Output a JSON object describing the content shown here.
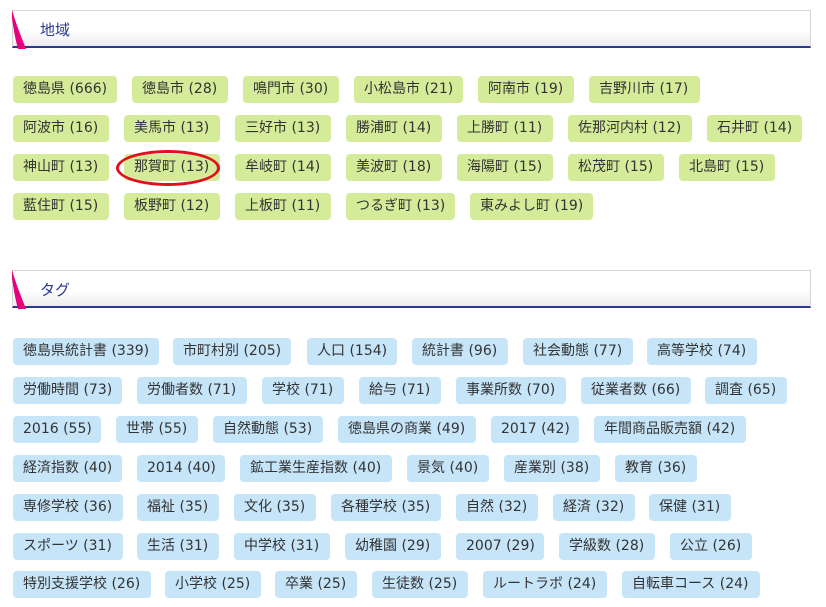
{
  "region": {
    "title": "地域",
    "tags": [
      "徳島県 (666)",
      "徳島市 (28)",
      "鳴門市 (30)",
      "小松島市 (21)",
      "阿南市 (19)",
      "吉野川市 (17)",
      "阿波市 (16)",
      "美馬市 (13)",
      "三好市 (13)",
      "勝浦町 (14)",
      "上勝町 (11)",
      "佐那河内村 (12)",
      "石井町 (14)",
      "神山町 (13)",
      "那賀町 (13)",
      "牟岐町 (14)",
      "美波町 (18)",
      "海陽町 (15)",
      "松茂町 (15)",
      "北島町 (15)",
      "藍住町 (15)",
      "板野町 (12)",
      "上板町 (11)",
      "つるぎ町 (13)",
      "東みよし町 (19)"
    ]
  },
  "tags_section": {
    "title": "タグ",
    "tags": [
      "徳島県統計書 (339)",
      "市町村別 (205)",
      "人口 (154)",
      "統計書 (96)",
      "社会動態 (77)",
      "高等学校 (74)",
      "労働時間 (73)",
      "労働者数 (71)",
      "学校 (71)",
      "給与 (71)",
      "事業所数 (70)",
      "従業者数 (66)",
      "調査 (65)",
      "2016 (55)",
      "世帯 (55)",
      "自然動態 (53)",
      "徳島県の商業 (49)",
      "2017 (42)",
      "年間商品販売額 (42)",
      "経済指数 (40)",
      "2014 (40)",
      "鉱工業生産指数 (40)",
      "景気 (40)",
      "産業別 (38)",
      "教育 (36)",
      "専修学校 (36)",
      "福祉 (35)",
      "文化 (35)",
      "各種学校 (35)",
      "自然 (32)",
      "経済 (32)",
      "保健 (31)",
      "スポーツ (31)",
      "生活 (31)",
      "中学校 (31)",
      "幼稚園 (29)",
      "2007 (29)",
      "学級数 (28)",
      "公立 (26)",
      "特別支援学校 (26)",
      "小学校 (25)",
      "卒業 (25)",
      "生徒数 (25)",
      "ルートラボ (24)",
      "自転車コース (24)"
    ]
  },
  "colors": {
    "region_tag_bg": "#d4ec9a",
    "keyword_tag_bg": "#c7e5f9",
    "header_text": "#2b3990",
    "header_accent": "#e6007e",
    "highlight_circle": "#e01020"
  },
  "highlighted_tag": "那賀町 (13)"
}
